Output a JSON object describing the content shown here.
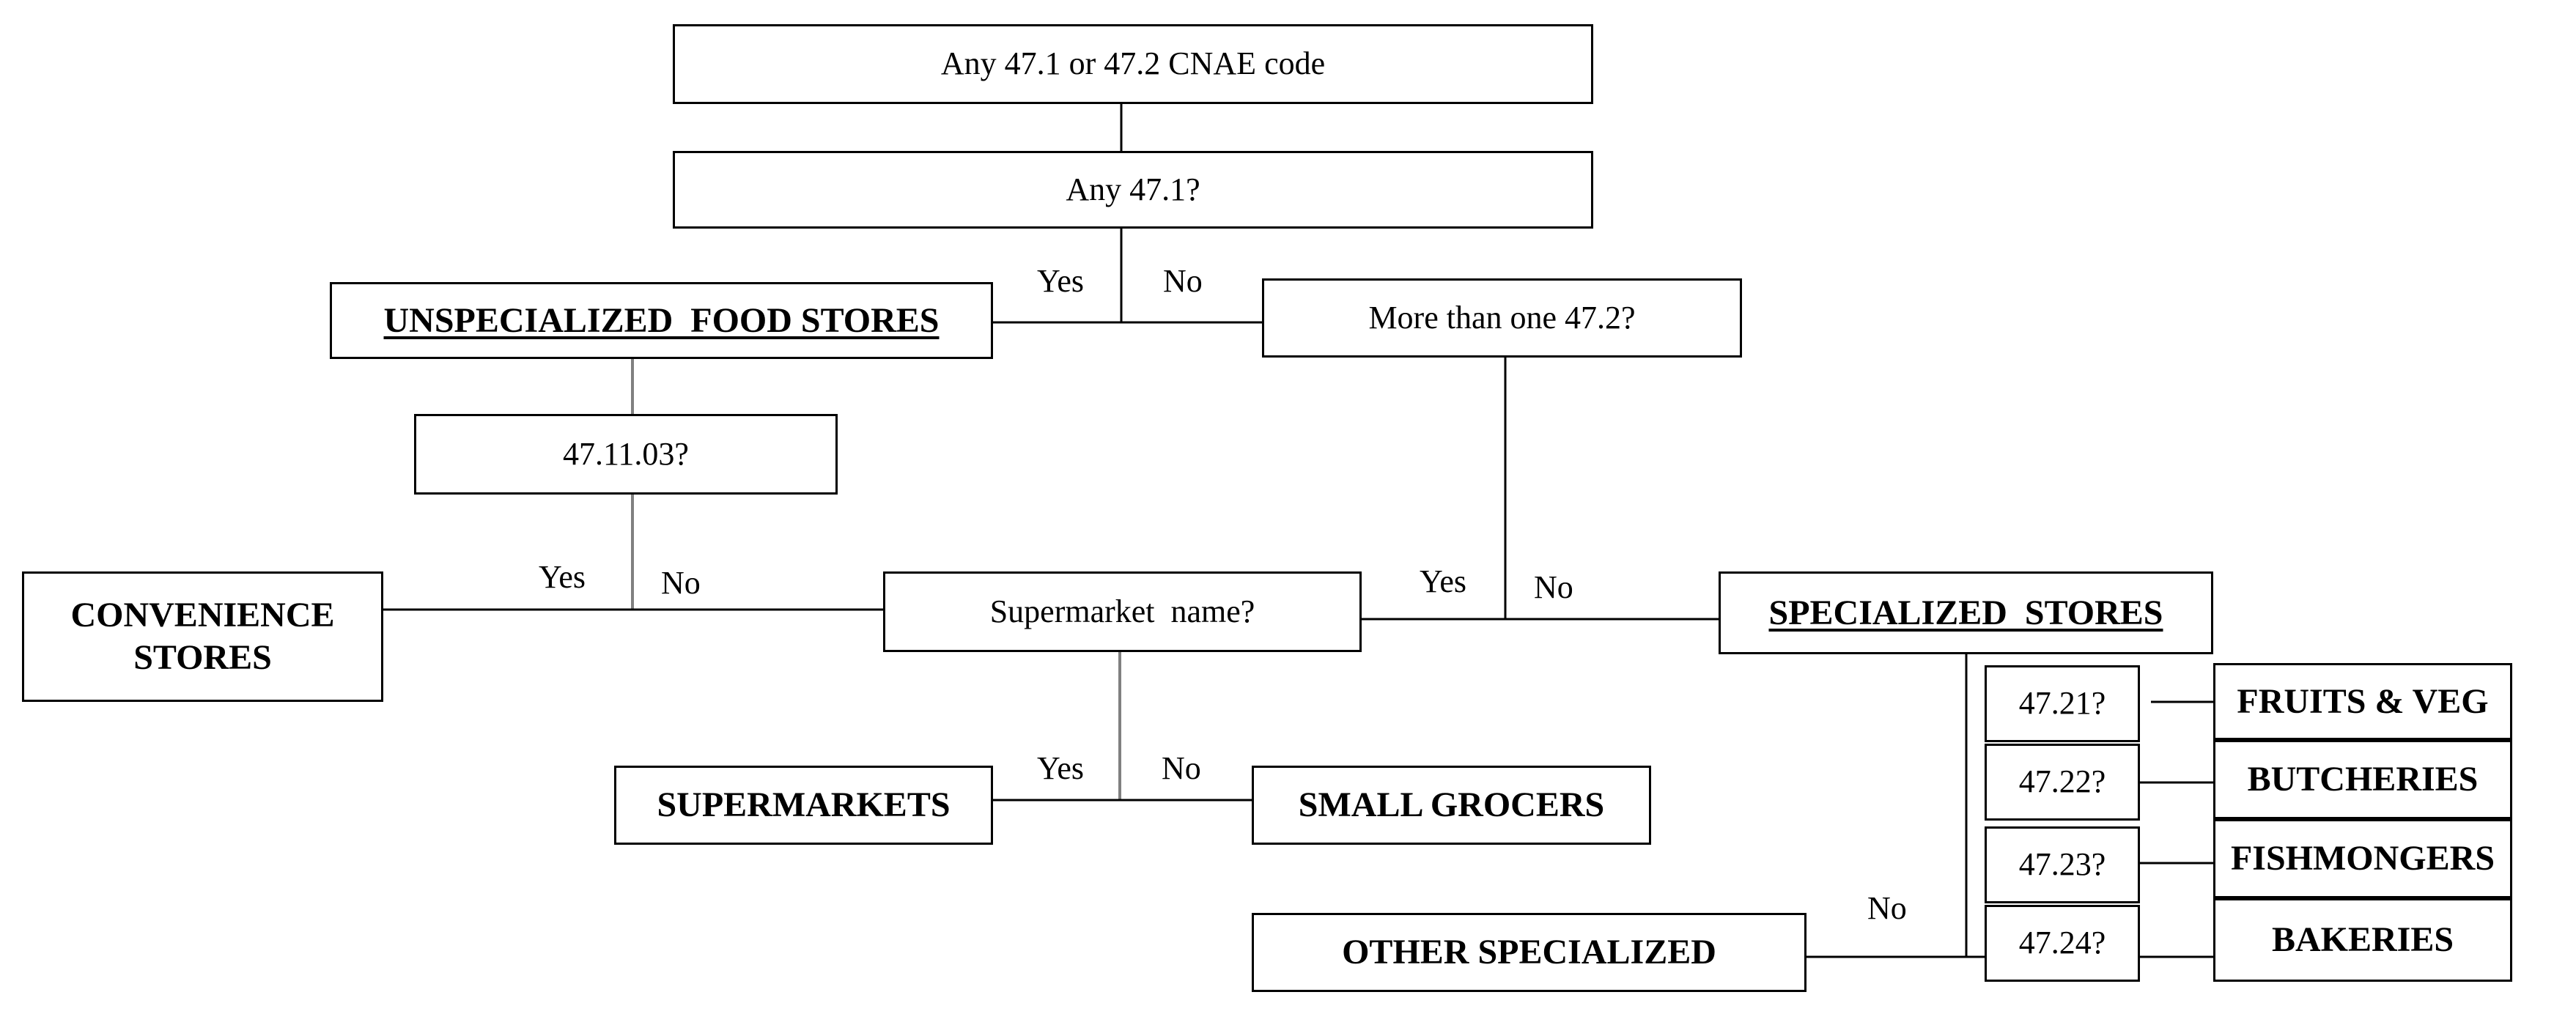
{
  "nodes": {
    "cnae": "Any 47.1 or 47.2 CNAE code",
    "any471": "Any 47.1?",
    "unspecialized": "UNSPECIALIZED  FOOD STORES",
    "more_than_one_472": "More than one 47.2?",
    "q471103": "47.11.03?",
    "convenience_line1": "CONVENIENCE",
    "convenience_line2": "STORES",
    "supermarket_name": "Supermarket  name?",
    "specialized": "SPECIALIZED  STORES",
    "supermarkets": "SUPERMARKETS",
    "small_grocers": "SMALL GROCERS",
    "q4721": "47.21?",
    "q4722": "47.22?",
    "q4723": "47.23?",
    "q4724": "47.24?",
    "fruits_veg": "FRUITS & VEG",
    "butcheries": "BUTCHERIES",
    "fishmongers": "FISHMONGERS",
    "bakeries": "BAKERIES",
    "other_specialized": "OTHER SPECIALIZED"
  },
  "edge_labels": {
    "yes_any471": "Yes",
    "no_any471": "No",
    "yes_471103": "Yes",
    "no_471103": "No",
    "yes_more472": "Yes",
    "no_more472": "No",
    "yes_supermarket": "Yes",
    "no_supermarket": "No",
    "no_other": "No"
  },
  "colors": {
    "line": "#000000",
    "line_gray": "#808080"
  }
}
